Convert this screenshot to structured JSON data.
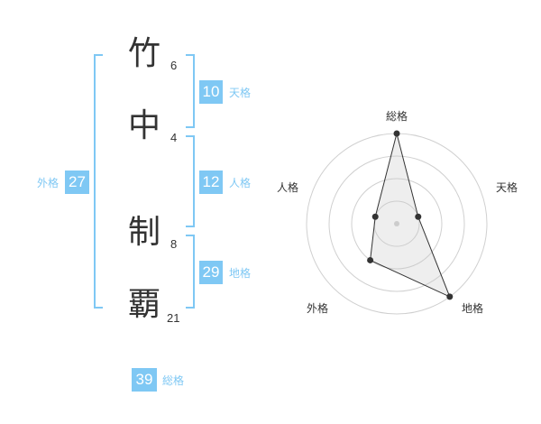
{
  "name": {
    "chars": [
      "竹",
      "中",
      "制",
      "覇"
    ],
    "strokes": [
      "6",
      "4",
      "8",
      "21"
    ]
  },
  "scores": {
    "tenkaku": {
      "value": "10",
      "label": "天格"
    },
    "jinkaku": {
      "value": "12",
      "label": "人格"
    },
    "chikaku": {
      "value": "29",
      "label": "地格"
    },
    "gaikaku": {
      "value": "27",
      "label": "外格"
    },
    "soukaku": {
      "value": "39",
      "label": "総格"
    }
  },
  "colors": {
    "accent": "#7fc8f4",
    "text": "#333333"
  },
  "chart_data": {
    "type": "radar",
    "axes": [
      "総格",
      "天格",
      "地格",
      "外格",
      "人格"
    ],
    "values": [
      4,
      1,
      4,
      2,
      1
    ],
    "max": 4,
    "rings": 4
  }
}
